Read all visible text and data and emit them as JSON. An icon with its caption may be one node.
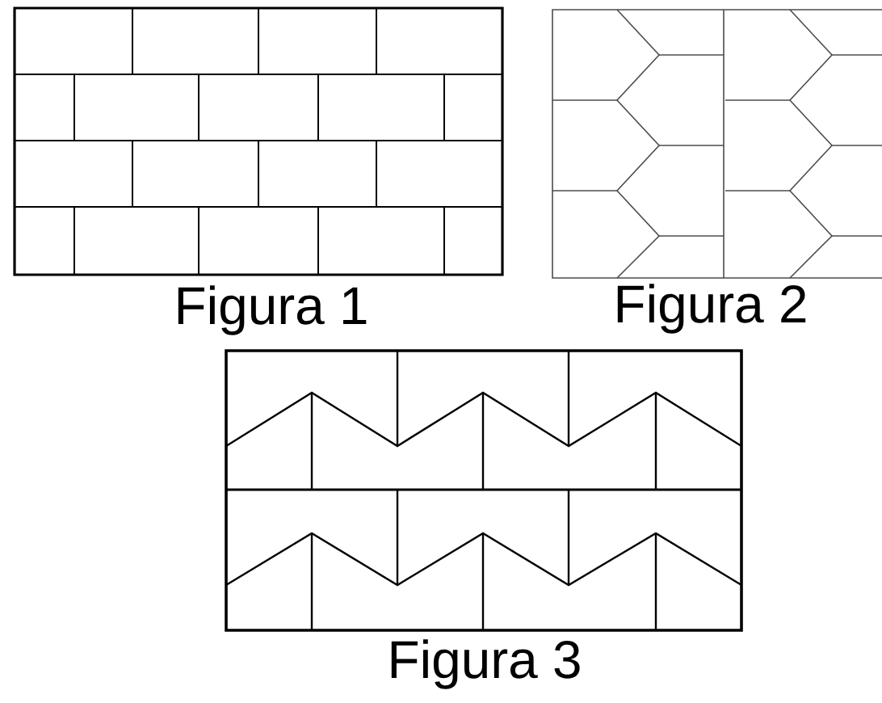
{
  "diagram": {
    "labels": [
      "Figura 1",
      "Figura 2",
      "Figura 3"
    ]
  }
}
